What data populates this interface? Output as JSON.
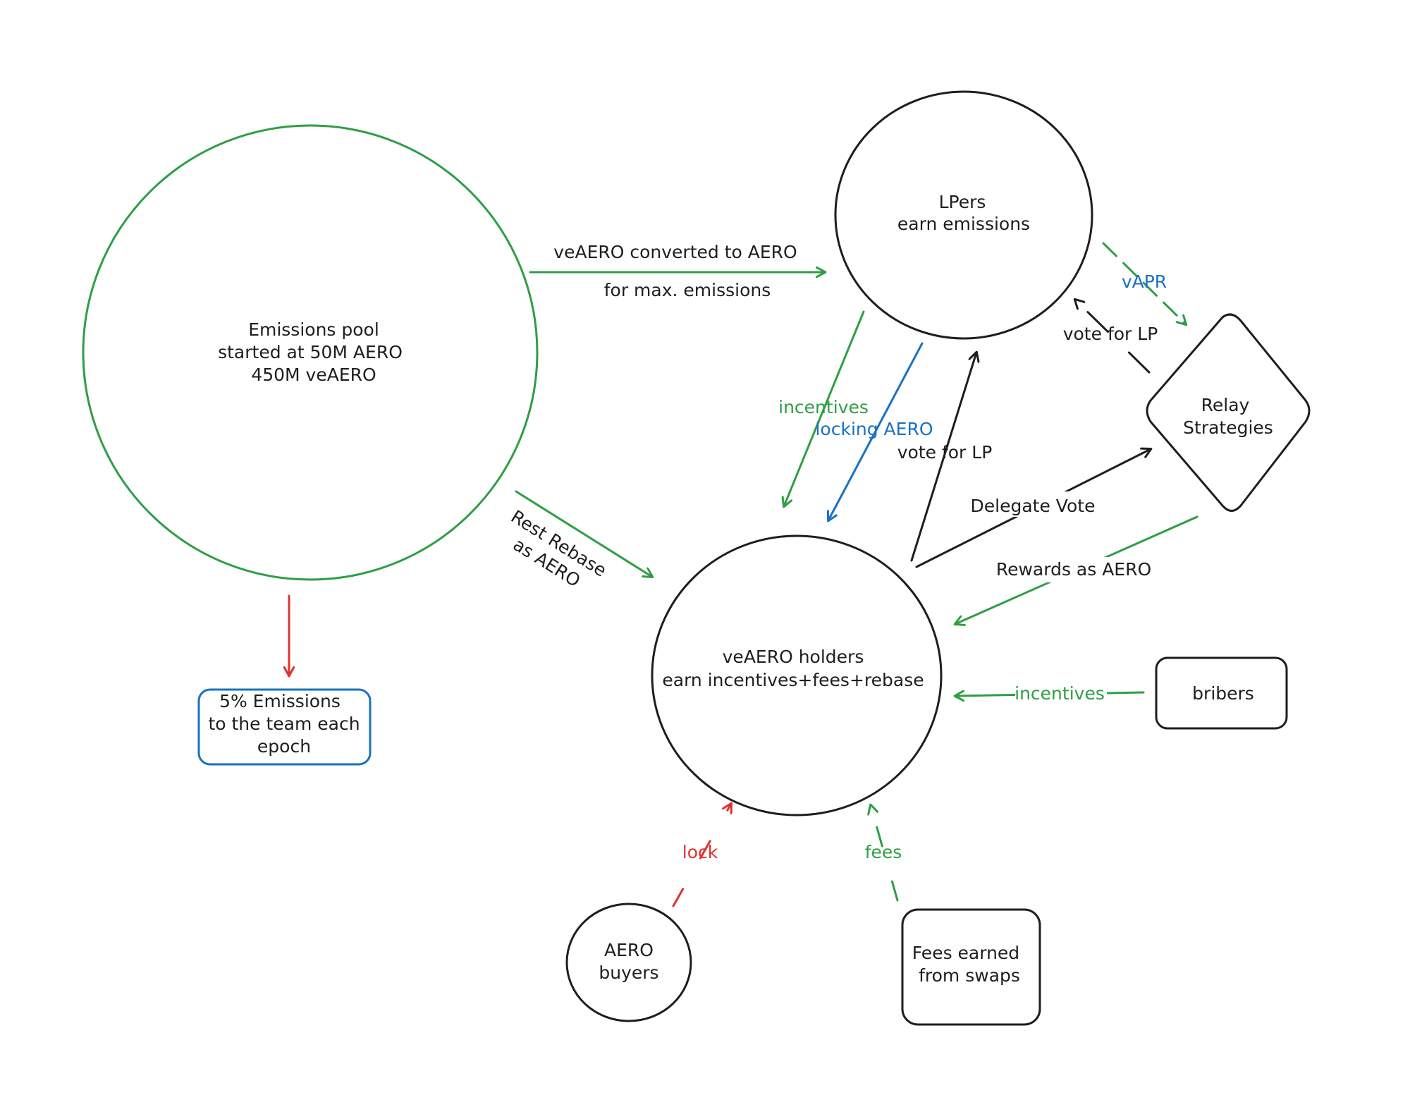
{
  "colors": {
    "ink": "#1e1e1e",
    "green": "#2f9e44",
    "red": "#e03131",
    "blue": "#1971c2",
    "background": "#ffffff"
  },
  "nodes": {
    "emissions_pool": {
      "line1": "Emissions pool",
      "line2": "started at 50M AERO",
      "line3": "450M veAERO"
    },
    "lpers": {
      "line1": "LPers",
      "line2": "earn emissions"
    },
    "veaero_holders": {
      "line1": "veAERO holders",
      "line2": "earn incentives+fees+rebase"
    },
    "relay_strategies": {
      "line1": "Relay",
      "line2": "Strategies"
    },
    "team": {
      "line1": "5% Emissions",
      "line2": "to the team each",
      "line3": "epoch"
    },
    "bribers": {
      "line1": "bribers"
    },
    "aero_buyers": {
      "line1": "AERO",
      "line2": "buyers"
    },
    "fees_swaps": {
      "line1": "Fees earned",
      "line2": "from swaps"
    }
  },
  "edges": {
    "converted": {
      "line1": "veAERO converted to AERO",
      "line2": "for max. emissions"
    },
    "rest_rebase": {
      "line1": "Rest Rebase",
      "line2": "as AERO"
    },
    "incentives_lp": "incentives",
    "locking_aero": "locking AERO",
    "vote_for_lp_holders": "vote for LP",
    "vapr": "vAPR",
    "vote_for_lp_relay": "vote for LP",
    "delegate_vote": "Delegate Vote",
    "rewards_as_aero": "Rewards as AERO",
    "incentives_bribers": "incentives",
    "lock": "lock",
    "fees": "fees"
  }
}
